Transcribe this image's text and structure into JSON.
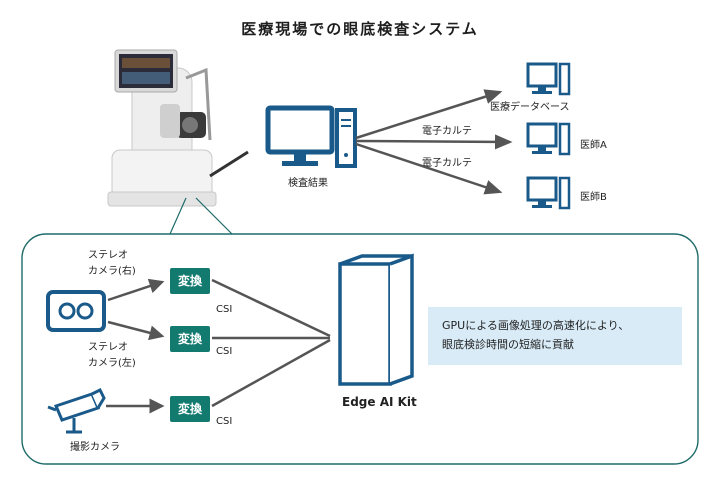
{
  "title": "医療現場での眼底検査システム",
  "network": {
    "pc_label": "検査結果",
    "targets": [
      "医療データベース",
      "医師A",
      "医師B"
    ],
    "link_labels": [
      "電子カルテ",
      "電子カルテ"
    ]
  },
  "inputs": {
    "stereo_right": [
      "ステレオ",
      "カメラ(右)"
    ],
    "stereo_left": [
      "ステレオ",
      "カメラ(左)"
    ],
    "capture_camera": "撮影カメラ"
  },
  "converter_label": "変換",
  "interface_label": "CSI",
  "kit_label": "Edge AI Kit",
  "description": [
    "GPUによる画像処理の高速化により、",
    "眼底検診時間の短縮に貢献"
  ],
  "colors": {
    "accent": "#137a70",
    "icon": "#1a5a8a",
    "highlight": "#d9ebf7",
    "arrow": "#555555"
  }
}
